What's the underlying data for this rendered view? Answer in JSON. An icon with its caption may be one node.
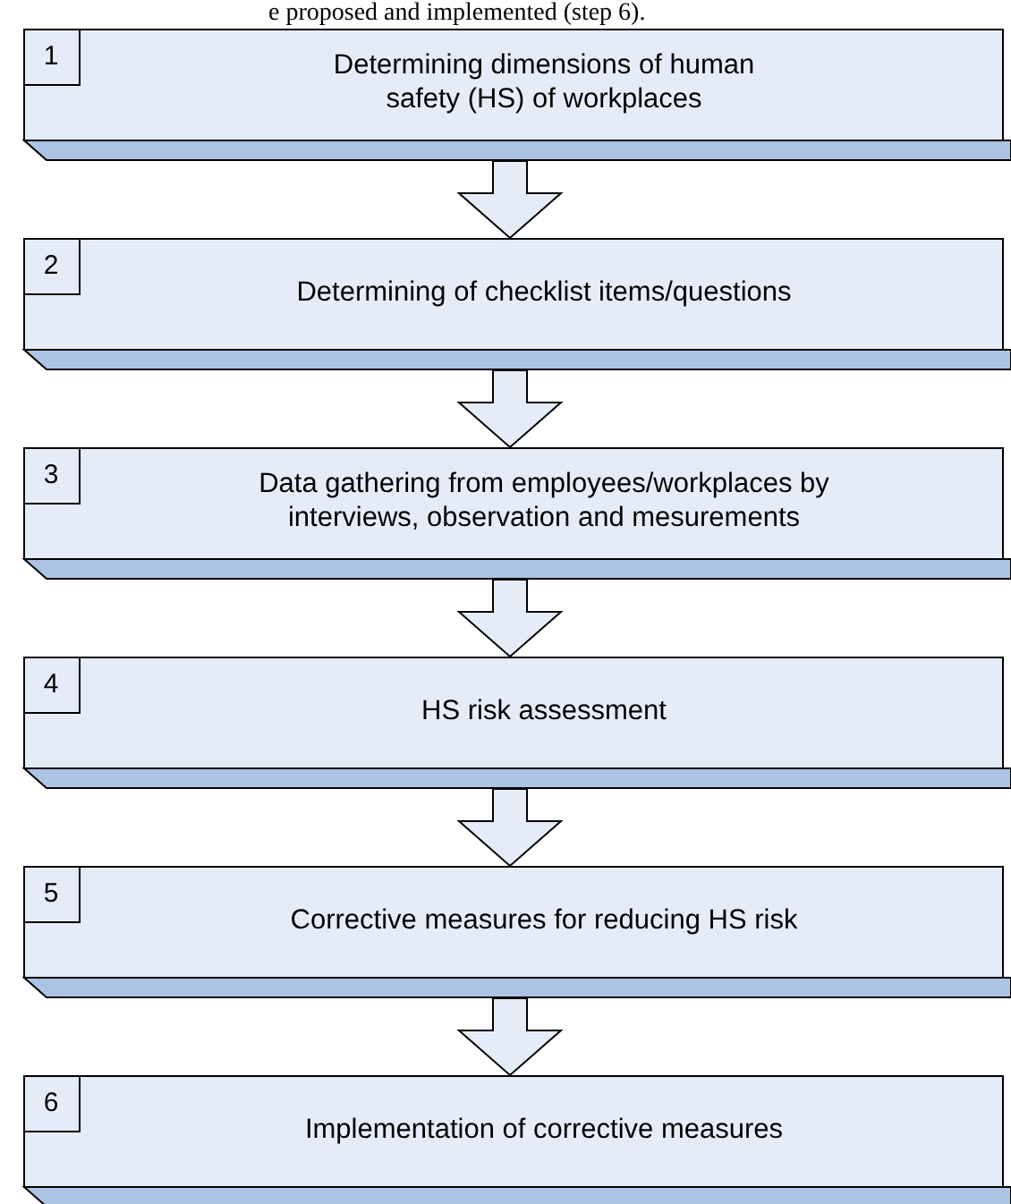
{
  "diagram": {
    "nodes": [
      {
        "text": [
          "1",
          "Determining dimensions of human safety (HS) of workplaces"
        ]
      },
      {
        "text": [
          "2",
          "Determining of checklist items/questions"
        ]
      },
      {
        "text": [
          "3",
          "Data gathering from employees/workplaces by interviews, observation and mesurements"
        ]
      },
      {
        "text": [
          "4",
          "HS risk assessment"
        ]
      },
      {
        "text": [
          "5",
          "Corrective measures for reducing HS risk"
        ]
      },
      {
        "text": [
          "6",
          "Implementation of corrective measures"
        ]
      }
    ],
    "edges": [
      {
        "from": 0,
        "to": 1,
        "arrow": "to"
      },
      {
        "from": 1,
        "to": 2,
        "arrow": "to"
      },
      {
        "from": 2,
        "to": 3,
        "arrow": "to"
      },
      {
        "from": 3,
        "to": 4,
        "arrow": "to"
      },
      {
        "from": 4,
        "to": 5,
        "arrow": "to"
      }
    ],
    "labels": [
      "e proposed and implemented (step 6)."
    ]
  }
}
